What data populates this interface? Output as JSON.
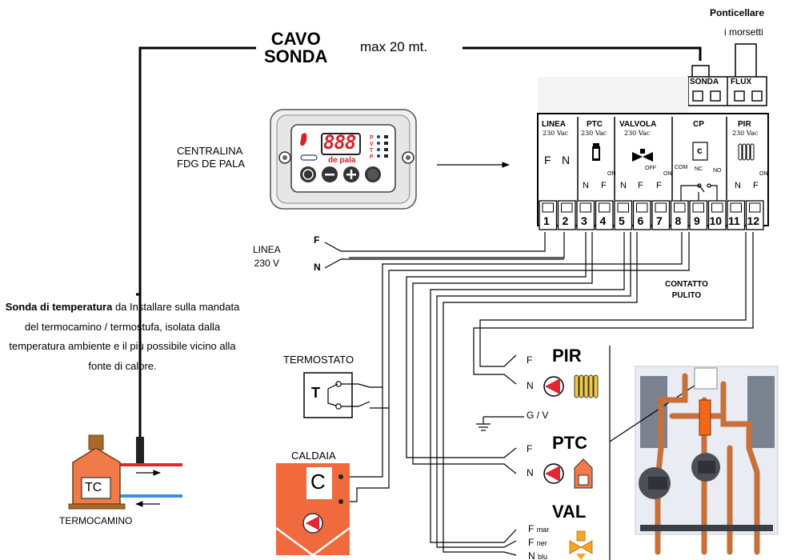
{
  "cable": {
    "title_line1": "CAVO",
    "title_line2": "SONDA",
    "length": "max 20 mt."
  },
  "bridge": {
    "title": "Ponticellare",
    "subtitle": "i morsetti"
  },
  "controller": {
    "label_line1": "CENTRALINA",
    "label_line2": "FDG DE PALA",
    "display": "888",
    "brand": "de pala"
  },
  "probe_terminals": [
    "SONDA",
    "FLUX"
  ],
  "terminal_groups": [
    {
      "name": "LINEA",
      "rating": "230 Vac",
      "pins": [
        "F",
        "N"
      ]
    },
    {
      "name": "PTC",
      "rating": "230 Vac",
      "pins": [
        "N",
        "F"
      ],
      "pin_sub": [
        "",
        "ON"
      ]
    },
    {
      "name": "VALVOLA",
      "rating": "230 Vac",
      "pins": [
        "N",
        "F",
        "F"
      ],
      "pin_sub": [
        "",
        "OFF",
        "ON"
      ]
    },
    {
      "name": "CP",
      "rating": "",
      "pins": [
        "COM",
        "NC",
        "NO"
      ]
    },
    {
      "name": "PIR",
      "rating": "230 Vac",
      "pins": [
        "N",
        "F"
      ],
      "pin_sub": [
        "",
        "ON"
      ]
    }
  ],
  "terminal_numbers": [
    "1",
    "2",
    "3",
    "4",
    "5",
    "6",
    "7",
    "8",
    "9",
    "10",
    "11",
    "12"
  ],
  "line_supply": {
    "label_line1": "LINEA",
    "label_line2": "230 V",
    "phase": "F",
    "neutral": "N"
  },
  "clean_contact": {
    "line1": "CONTATTO",
    "line2": "PULITO"
  },
  "probe_description": {
    "bold": "Sonda di temperatura",
    "text": " da Installare sulla mandata del termocamino / termostufa, isolata dalla temperatura ambiente e il più possibile vicino alla fonte di calore."
  },
  "thermostat": {
    "label": "TERMOSTATO",
    "symbol": "T"
  },
  "boiler": {
    "label": "CALDAIA",
    "symbol": "C"
  },
  "fireplace": {
    "label": "TERMOCAMINO",
    "symbol": "TC"
  },
  "outputs": {
    "pir": {
      "title": "PIR",
      "f": "F",
      "n": "N"
    },
    "ground": {
      "label": "G / V"
    },
    "ptc": {
      "title": "PTC",
      "f": "F",
      "n": "N"
    },
    "val": {
      "title": "VAL",
      "f1": "F",
      "f1_sub": "mar",
      "f2": "F",
      "f2_sub": "ner",
      "n": "N",
      "n_sub": "blu"
    }
  },
  "colors": {
    "hot_pipe": "#e8262a",
    "cold_pipe": "#3d8fe0",
    "pump_red": "#e3262f",
    "boiler_fill": "#f06a3e",
    "fireplace_fill": "#f07a4a",
    "valve_yellow": "#f5a623",
    "copper": "#c8703a"
  }
}
